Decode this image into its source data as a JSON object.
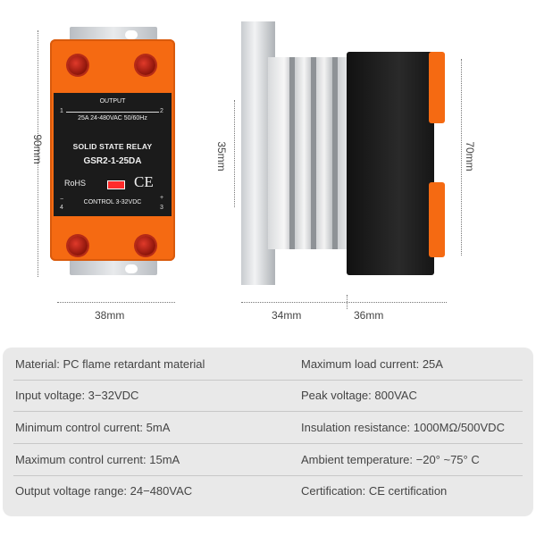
{
  "relay": {
    "output_label": "OUTPUT",
    "terminal_1": "1",
    "terminal_2": "2",
    "terminal_3": "3",
    "terminal_4": "4",
    "plus_sign": "+",
    "minus_sign": "−",
    "rating": "25A 24-480VAC 50/60Hz",
    "title": "SOLID STATE RELAY",
    "model": "GSR2-1-25DA",
    "rohs": "RoHS",
    "ce_mark": "CE",
    "control": "CONTROL  3-32VDC"
  },
  "dimensions": {
    "height_front": "90mm",
    "width_front": "38mm",
    "side_left_height": "35mm",
    "side_right_height": "70mm",
    "depth_left": "34mm",
    "depth_right": "36mm"
  },
  "specs": [
    {
      "left": "Material: PC flame retardant material",
      "right": "Maximum load current: 25A"
    },
    {
      "left": "Input voltage: 3−32VDC",
      "right": "Peak voltage: 800VAC"
    },
    {
      "left": "Minimum control current: 5mA",
      "right": "Insulation resistance: 1000MΩ/500VDC"
    },
    {
      "left": "Maximum control current: 15mA",
      "right": "Ambient temperature: −20°  ~75°  C"
    },
    {
      "left": "Output voltage range: 24−480VAC",
      "right": "Certification: CE certification"
    }
  ],
  "colors": {
    "relay_body": "#f56a12",
    "label_panel": "#1b1b1b",
    "spec_background": "#e9e9e9"
  }
}
